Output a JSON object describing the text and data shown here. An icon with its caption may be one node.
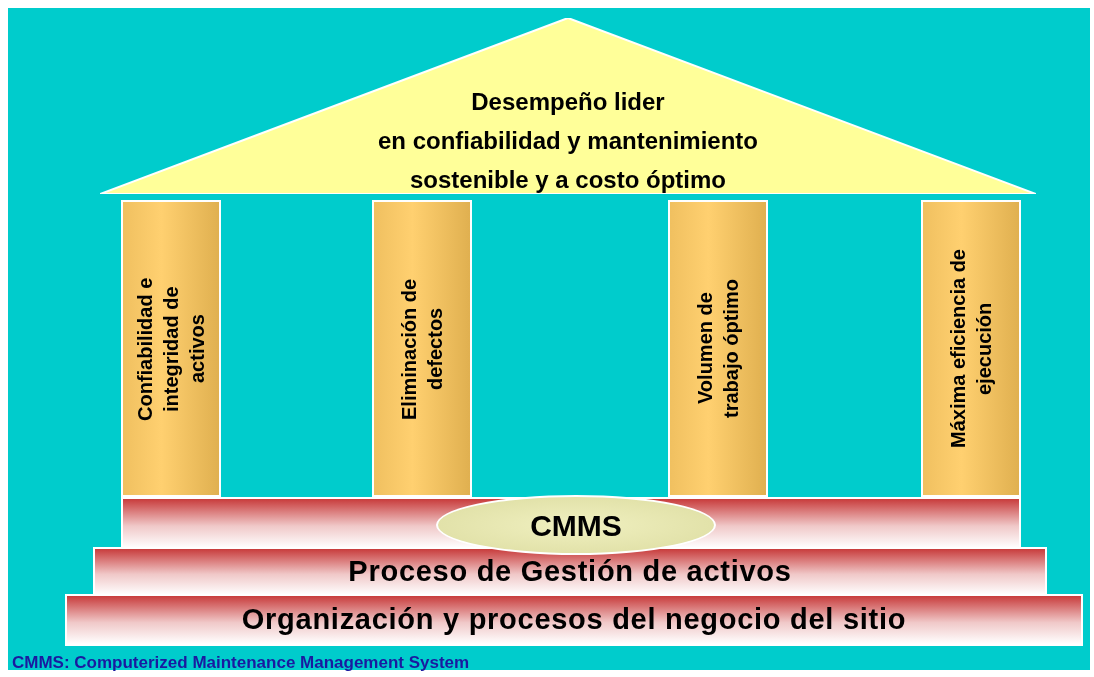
{
  "diagram": {
    "nodes": [
      {
        "text": [
          "Desempeño lider en confiabilidad y mantenimiento sostenible y a costo óptimo"
        ]
      },
      {
        "text": [
          "Confiabilidad e integridad de activos"
        ]
      },
      {
        "text": [
          "Eliminación de defectos"
        ]
      },
      {
        "text": [
          "Volumen de trabajo óptimo"
        ]
      },
      {
        "text": [
          "Máxima eficiencia de ejecución"
        ]
      },
      {
        "text": [],
        "shape": "bar"
      },
      {
        "text": [
          "CMMS"
        ]
      },
      {
        "text": [
          "Proceso de Gestión de activos"
        ]
      },
      {
        "text": [
          "Organización y procesos del negocio del sitio"
        ]
      }
    ],
    "labels": [
      "CMMS: Computerized Maintenance Management System"
    ]
  }
}
